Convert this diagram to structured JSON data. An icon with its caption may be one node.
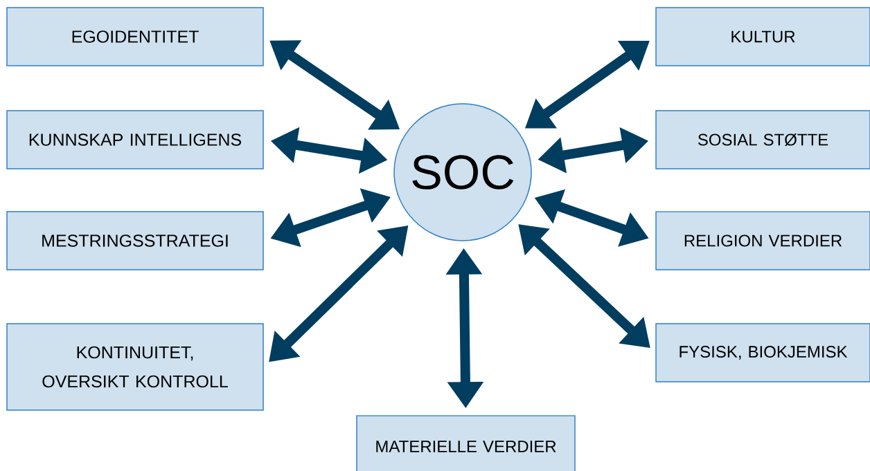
{
  "diagram": {
    "nodes": [
      {
        "text": [
          "SOC"
        ]
      },
      {
        "text": [
          "EGOIDENTITET"
        ]
      },
      {
        "text": [
          "KULTUR"
        ]
      },
      {
        "text": [
          "KUNNSKAP INTELLIGENS"
        ]
      },
      {
        "text": [
          "SOSIAL STØTTE"
        ]
      },
      {
        "text": [
          "MESTRINGSSTRATEGI"
        ]
      },
      {
        "text": [
          "RELIGION VERDIER"
        ]
      },
      {
        "text": [
          "KONTINUITET, OVERSIKT KONTROLL"
        ]
      },
      {
        "text": [
          "FYSISK, BIOKJEMISK"
        ]
      },
      {
        "text": [
          "MATERIELLE VERDIER"
        ]
      }
    ],
    "edges": [
      {
        "from": 0,
        "to": 1,
        "arrow": "both"
      },
      {
        "from": 0,
        "to": 2,
        "arrow": "both"
      },
      {
        "from": 0,
        "to": 3,
        "arrow": "both"
      },
      {
        "from": 0,
        "to": 4,
        "arrow": "both"
      },
      {
        "from": 0,
        "to": 5,
        "arrow": "both"
      },
      {
        "from": 0,
        "to": 6,
        "arrow": "both"
      },
      {
        "from": 0,
        "to": 7,
        "arrow": "both"
      },
      {
        "from": 0,
        "to": 8,
        "arrow": "both"
      },
      {
        "from": 0,
        "to": 9,
        "arrow": "both"
      }
    ]
  }
}
